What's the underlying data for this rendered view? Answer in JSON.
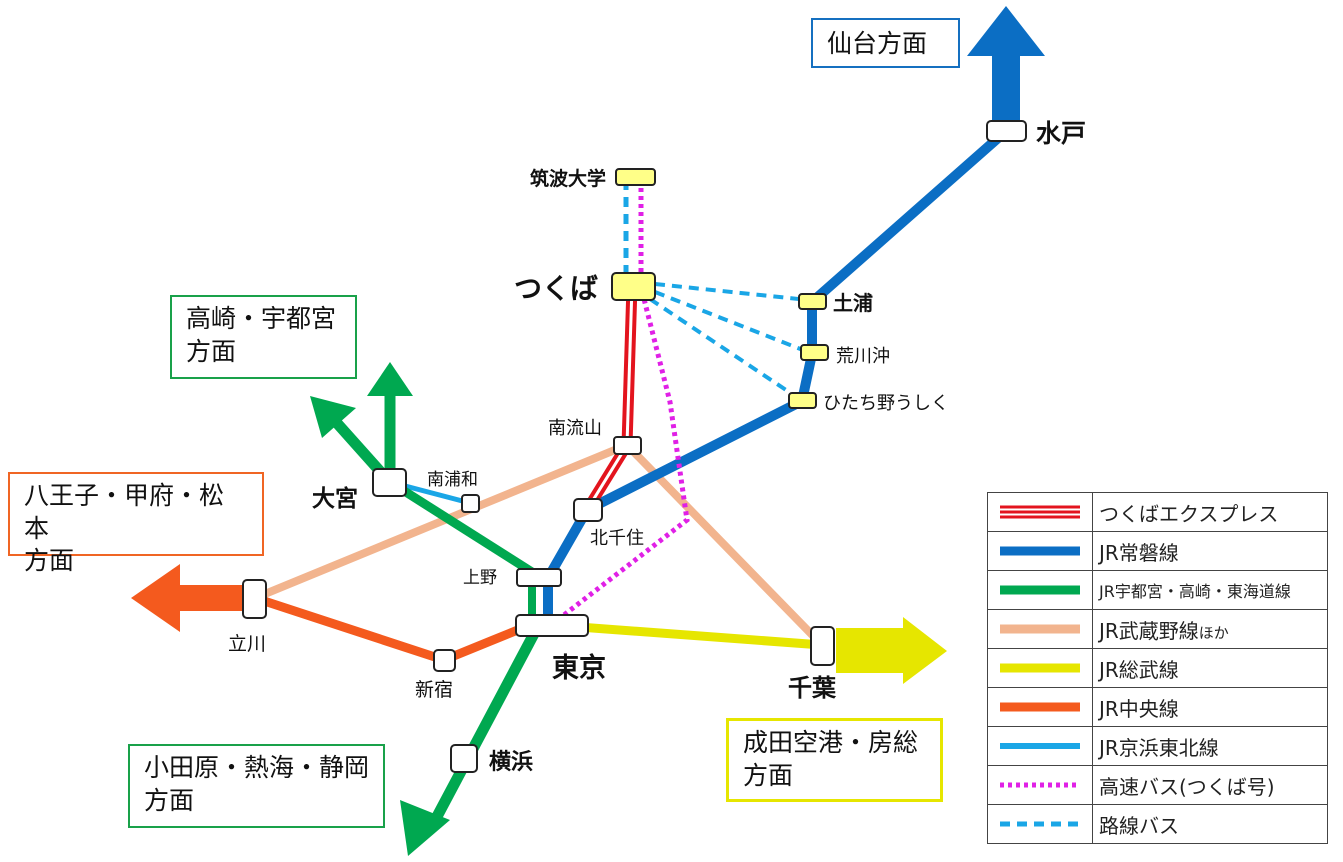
{
  "stations": {
    "mito": "水戸",
    "tsukuba_univ": "筑波大学",
    "tsukuba": "つくば",
    "tsuchiura": "土浦",
    "arakawaoki": "荒川沖",
    "hitachino_ushiku": "ひたち野うしく",
    "minami_nagareyama": "南流山",
    "kita_senju": "北千住",
    "omiya": "大宮",
    "minami_urawa": "南浦和",
    "ueno": "上野",
    "tokyo": "東京",
    "tachikawa": "立川",
    "shinjuku": "新宿",
    "chiba": "千葉",
    "yokohama": "横浜"
  },
  "destinations": {
    "sendai": "仙台方面",
    "takasaki_utsunomiya": "高崎・宇都宮\n方面",
    "hachioji_kofu_matsumoto": "八王子・甲府・松本\n方面",
    "odawara_atami_shizuoka": "小田原・熱海・静岡\n方面",
    "narita_boso": "成田空港・房総\n方面"
  },
  "legend": [
    {
      "label": "つくばエクスプレス",
      "style": "double-red"
    },
    {
      "label": "JR常磐線",
      "style": "solid",
      "color": "#0B6EC4"
    },
    {
      "label": "JR宇都宮・高崎・東海道線",
      "style": "solid",
      "color": "#00A850"
    },
    {
      "label": "JR武蔵野線",
      "suffix": "ほか",
      "style": "solid",
      "color": "#F2B48E"
    },
    {
      "label": "JR総武線",
      "style": "solid",
      "color": "#E6E600"
    },
    {
      "label": "JR中央線",
      "style": "solid",
      "color": "#F45A1E"
    },
    {
      "label": "JR京浜東北線",
      "style": "solid",
      "color": "#1AA6E6"
    },
    {
      "label": "高速バス(つくば号)",
      "style": "dotted",
      "color": "#E020E6"
    },
    {
      "label": "路線バス",
      "style": "dashed",
      "color": "#1AA6E6"
    }
  ],
  "colors": {
    "joban": "#0B6EC4",
    "utsunomiya_tokaido": "#00A850",
    "musashino": "#F2B48E",
    "sobu": "#E6E600",
    "chuo": "#F45A1E",
    "keihin_tohoku": "#1AA6E6",
    "express_bus": "#E020E6",
    "route_bus": "#1AA6E6",
    "tx_red": "#E3141E",
    "station_yellow": "#FFFF88",
    "box_blue": "#1570C0",
    "box_green": "#19A14A",
    "box_orange": "#F06524",
    "box_yellow": "#E6E600"
  }
}
